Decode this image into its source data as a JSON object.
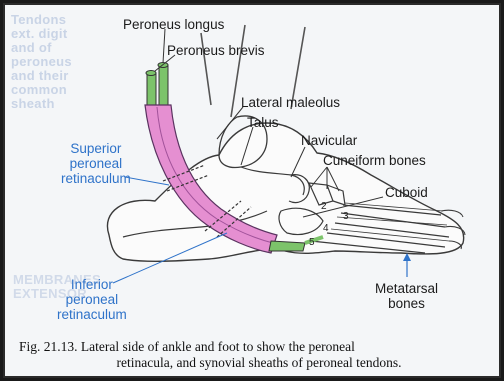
{
  "labels": {
    "peroneus_longus": "Peroneus longus",
    "peroneus_brevis": "Peroneus brevis",
    "lateral_maleolus": "Lateral maleolus",
    "talus": "Talus",
    "navicular": "Navicular",
    "cuneiform": "Cuneiform bones",
    "cuboid": "Cuboid",
    "superior_retinaculum": [
      "Superior",
      "peroneal",
      "retinaculum"
    ],
    "inferior_retinaculum": [
      "Inferior",
      "peroneal",
      "retinaculum"
    ],
    "metatarsal": [
      "Metatarsal",
      "bones"
    ],
    "numerals": [
      "2",
      "3",
      "4",
      "5"
    ]
  },
  "caption": {
    "line1": "Fig. 21.13. Lateral side of ankle and foot to show the peroneal",
    "line2": "retinacula, and synovial sheaths of peroneal tendons."
  },
  "colors": {
    "sheath": "#e58fd1",
    "tendon": "#7cc36a",
    "callout_blue": "#2f73c9"
  }
}
